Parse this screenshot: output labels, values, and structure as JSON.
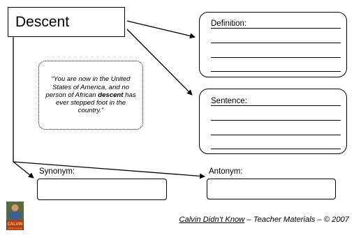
{
  "title": "Descent",
  "definition": {
    "label": "Definition:"
  },
  "sentence": {
    "label": "Sentence:"
  },
  "quote": {
    "before": "“You are now in the United States of America, and no person of African ",
    "bold": "descent",
    "after": " has ever stepped foot in the country.”"
  },
  "synonym": {
    "label": "Synonym:"
  },
  "antonym": {
    "label": "Antonym:"
  },
  "footer": {
    "book_title": "Calvin Didn’t Know",
    "rest": " – Teacher Materials – © 2007"
  },
  "cover": {
    "title": "CALVIN",
    "subtitle": "DIDN'T KNOW"
  },
  "colors": {
    "line": "#000000",
    "background": "#ffffff"
  }
}
